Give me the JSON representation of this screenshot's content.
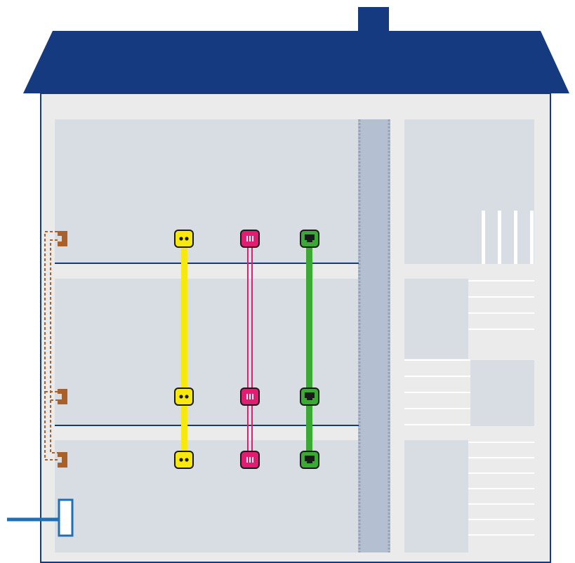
{
  "colors": {
    "roof": "#163a80",
    "wall_outline": "#163a80",
    "exterior_wall": "#ebebeb",
    "room": "#d8dce3",
    "column": "#b4bfd1",
    "column_edge": "#9aa3b4",
    "floor_line": "#163a80",
    "stair_line": "#ffffff",
    "incoming_cable": "#1f6fb7",
    "entry_box": "#1f6fb7",
    "phone_line": "#a8612a",
    "coax": "#f7e80e",
    "speaker_wire": "#e01d70",
    "ethernet": "#3aaa35",
    "jack_border": "#1a1a1a"
  },
  "legend_icons": {
    "phone_jack": "phone-jack-icon",
    "coax_jack": "coax-jack-icon",
    "speaker_jack": "speaker-jack-icon",
    "ethernet_jack": "ethernet-jack-icon",
    "service_entry": "service-entry-box-icon"
  },
  "floors": [
    "upper-floor",
    "middle-floor",
    "ground-floor"
  ]
}
